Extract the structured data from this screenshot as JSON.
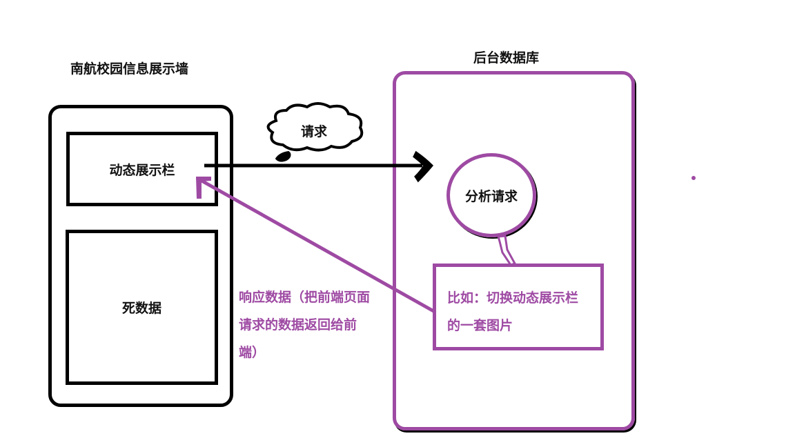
{
  "frontend": {
    "title": "南航校园信息展示墙",
    "dynamic_panel_label": "动态展示栏",
    "static_panel_label": "死数据"
  },
  "backend": {
    "title": "后台数据库",
    "analyze_label": "分析请求",
    "example_line1": "比如：切换动态展示栏",
    "example_line2": "的一套图片"
  },
  "request_bubble": {
    "label": "请求"
  },
  "response_note": {
    "line1": "响应数据（把前端页面",
    "line2": "请求的数据返回给前",
    "line3": "端）"
  },
  "colors": {
    "accent": "#9e4aa3",
    "stroke": "#000000"
  }
}
